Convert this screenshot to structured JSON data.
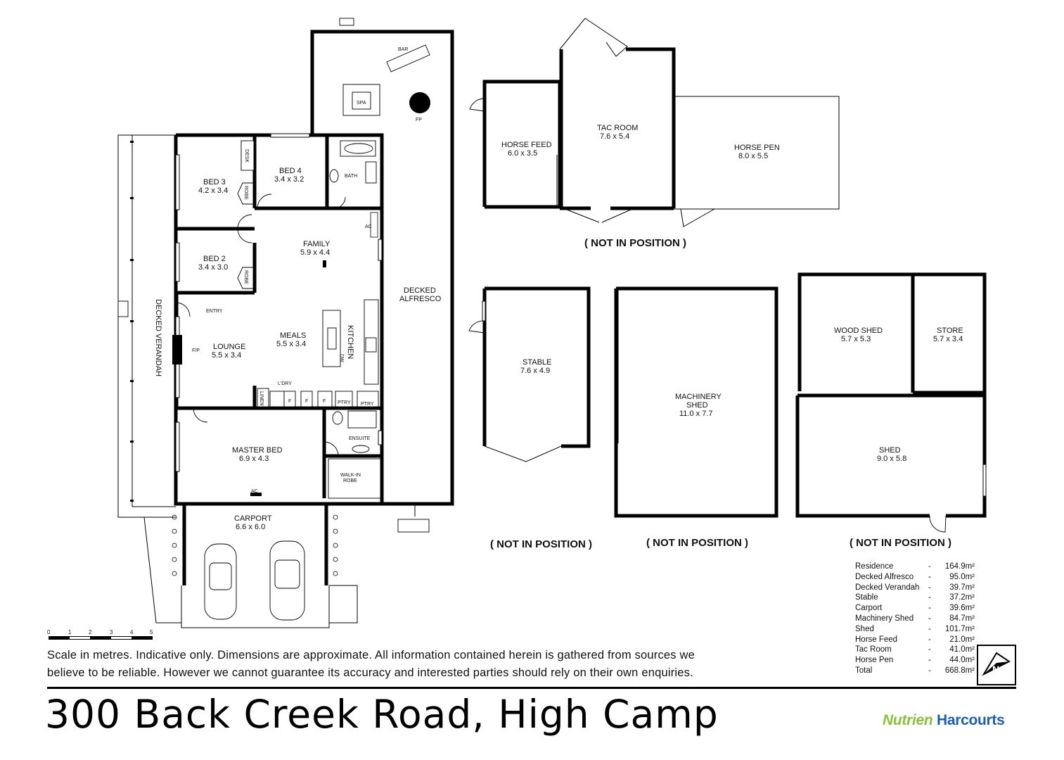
{
  "address": "300 Back Creek Road, High Camp",
  "disclaimer": {
    "line1": "Scale in metres. Indicative only. Dimensions are approximate. All information contained herein is gathered from sources we",
    "line2": "believe to be reliable. However we cannot guarantee  its accuracy and interested parties should rely on their own enquiries."
  },
  "scale_bar": {
    "ticks": [
      "0",
      "1",
      "2",
      "3",
      "4",
      "5"
    ]
  },
  "brand": {
    "part1": "Nutrien",
    "part2": "Harcourts"
  },
  "compass": {
    "symbol": "N"
  },
  "areas": [
    {
      "name": "Residence",
      "value": "164.9m²"
    },
    {
      "name": "Decked Alfresco",
      "value": "95.0m²"
    },
    {
      "name": "Decked Verandah",
      "value": "39.7m²"
    },
    {
      "name": "Stable",
      "value": "37.2m²"
    },
    {
      "name": "Carport",
      "value": "39.6m²"
    },
    {
      "name": "Machinery Shed",
      "value": "84.7m²"
    },
    {
      "name": "Shed",
      "value": "101.7m²"
    },
    {
      "name": "Horse Feed",
      "value": "21.0m²"
    },
    {
      "name": "Tac Room",
      "value": "41.0m²"
    },
    {
      "name": "Horse Pen",
      "value": "44.0m²"
    },
    {
      "name": "Total",
      "value": "668.8m²"
    }
  ],
  "rooms": {
    "bed3": {
      "name": "BED 3",
      "dim": "4.2 x 3.4"
    },
    "bed4": {
      "name": "BED 4",
      "dim": "3.4 x 3.2"
    },
    "bed2": {
      "name": "BED 2",
      "dim": "3.4 x 3.0"
    },
    "family": {
      "name": "FAMILY",
      "dim": "5.9 x 4.4"
    },
    "meals": {
      "name": "MEALS",
      "dim": "5.5 x 3.4"
    },
    "lounge": {
      "name": "LOUNGE",
      "dim": "5.5 x 3.4"
    },
    "master": {
      "name": "MASTER BED",
      "dim": "6.9 x 4.3"
    },
    "carport": {
      "name": "CARPORT",
      "dim": "6.6 x 6.0"
    },
    "horse_feed": {
      "name": "HORSE FEED",
      "dim": "6.0 x 3.5"
    },
    "tac_room": {
      "name": "TAC ROOM",
      "dim": "7.6 x 5.4"
    },
    "horse_pen": {
      "name": "HORSE PEN",
      "dim": "8.0 x 5.5"
    },
    "stable": {
      "name": "STABLE",
      "dim": "7.6 x 4.9"
    },
    "machinery": {
      "name1": "MACHINERY",
      "name2": "SHED",
      "dim": "11.0 x 7.7"
    },
    "wood_shed": {
      "name": "WOOD SHED",
      "dim": "5.7 x 5.3"
    },
    "store": {
      "name": "STORE",
      "dim": "5.7 x 3.4"
    },
    "shed": {
      "name": "SHED",
      "dim": "9.0 x 5.8"
    },
    "alfresco": {
      "name1": "DECKED",
      "name2": "ALFRESCO"
    },
    "verandah": {
      "name": "DECKED VERANDAH"
    }
  },
  "small_labels": {
    "kitchen": "KITCHEN",
    "bath": "BATH",
    "entry": "ENTRY",
    "ensuite": "ENSUITE",
    "walkin1": "WALK-IN",
    "walkin2": "ROBE",
    "ldry": "L'DRY",
    "linen": "LINEN",
    "ptry1": "PTRY",
    "ptry2": "PTRY",
    "f": "F",
    "fp": "F/P",
    "fp2": "FP",
    "dw": "DW",
    "ac1": "AC",
    "ac2": "AC",
    "desk": "DESK",
    "robe1": "ROBE",
    "robe2": "ROBE",
    "spa": "SPA",
    "bar": "BAR"
  },
  "not_in_position": "( NOT IN POSITION )"
}
